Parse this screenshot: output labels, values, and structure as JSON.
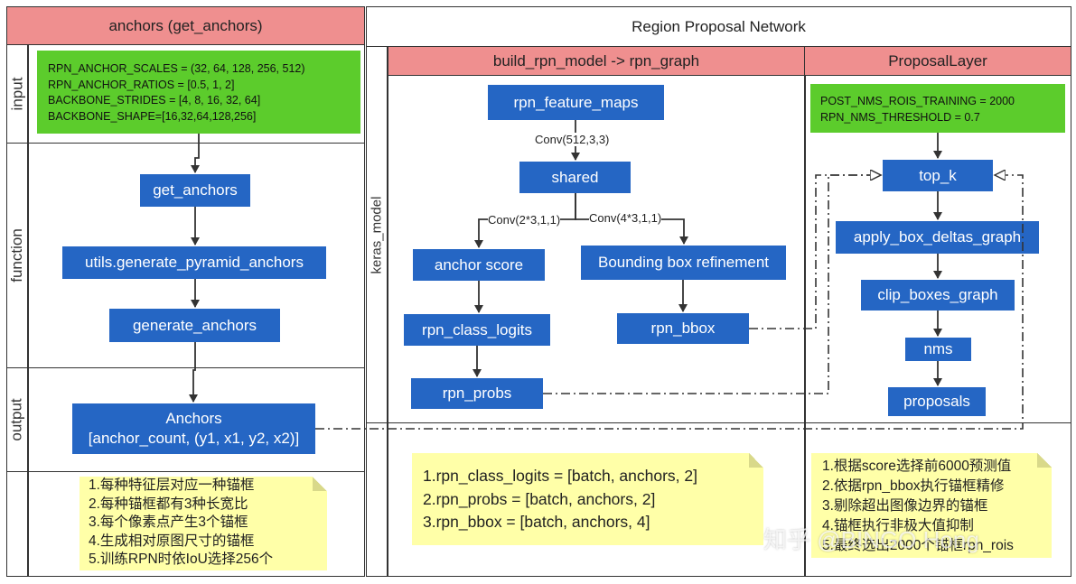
{
  "left_panel": {
    "title": "anchors (get_anchors)",
    "lanes": {
      "input": "input",
      "function": "function",
      "output": "output"
    },
    "input_params": [
      "RPN_ANCHOR_SCALES = (32, 64, 128, 256, 512)",
      "RPN_ANCHOR_RATIOS = [0.5, 1, 2]",
      "BACKBONE_STRIDES = [4, 8, 16, 32, 64]",
      "BACKBONE_SHAPE=[16,32,64,128,256]"
    ],
    "functions": [
      "get_anchors",
      "utils.generate_pyramid_anchors",
      "generate_anchors"
    ],
    "output": {
      "line1": "Anchors",
      "line2": "[anchor_count, (y1, x1, y2, x2)]"
    },
    "notes": [
      "1.每种特征层对应一种锚框",
      "2.每种锚框都有3种长宽比",
      "3.每个像素点产生3个锚框",
      "4.生成相对原图尺寸的锚框",
      "5.训练RPN时依IoU选择256个"
    ]
  },
  "rpn_panel": {
    "title": "Region Proposal Network",
    "lane_label": "keras_model",
    "rpn_graph": {
      "title": "build_rpn_model -> rpn_graph",
      "nodes": {
        "feature_maps": "rpn_feature_maps",
        "shared": "shared",
        "anchor_score": "anchor score",
        "class_logits": "rpn_class_logits",
        "probs": "rpn_probs",
        "bbox_refine": "Bounding box refinement",
        "bbox": "rpn_bbox"
      },
      "edge_labels": {
        "conv_shared": "Conv(512,3,3)",
        "conv_score": "Conv(2*3,1,1)",
        "conv_bbox": "Conv(4*3,1,1)"
      },
      "notes": [
        "1.rpn_class_logits = [batch, anchors, 2]",
        "2.rpn_probs = [batch, anchors, 2]",
        "3.rpn_bbox = [batch, anchors, 4]"
      ]
    },
    "proposal_layer": {
      "title": "ProposalLayer",
      "params": [
        "POST_NMS_ROIS_TRAINING = 2000",
        "RPN_NMS_THRESHOLD = 0.7"
      ],
      "nodes": {
        "top_k": "top_k",
        "apply_deltas": "apply_box_deltas_graph",
        "clip": "clip_boxes_graph",
        "nms": "nms",
        "proposals": "proposals"
      },
      "notes": [
        "1.根据score选择前6000预测值",
        "2.依据rpn_bbox执行锚框精修",
        "3.剔除超出图像边界的锚框",
        "4.锚框执行非极大值抑制",
        "5.最终选出2000个锚框rpn_rois"
      ]
    }
  },
  "watermark": "知乎 @BINGO Hong",
  "colors": {
    "header_red": "#ef8f8f",
    "param_green": "#5ccc2c",
    "node_blue": "#2566c4",
    "note_yellow": "#ffffa8"
  }
}
